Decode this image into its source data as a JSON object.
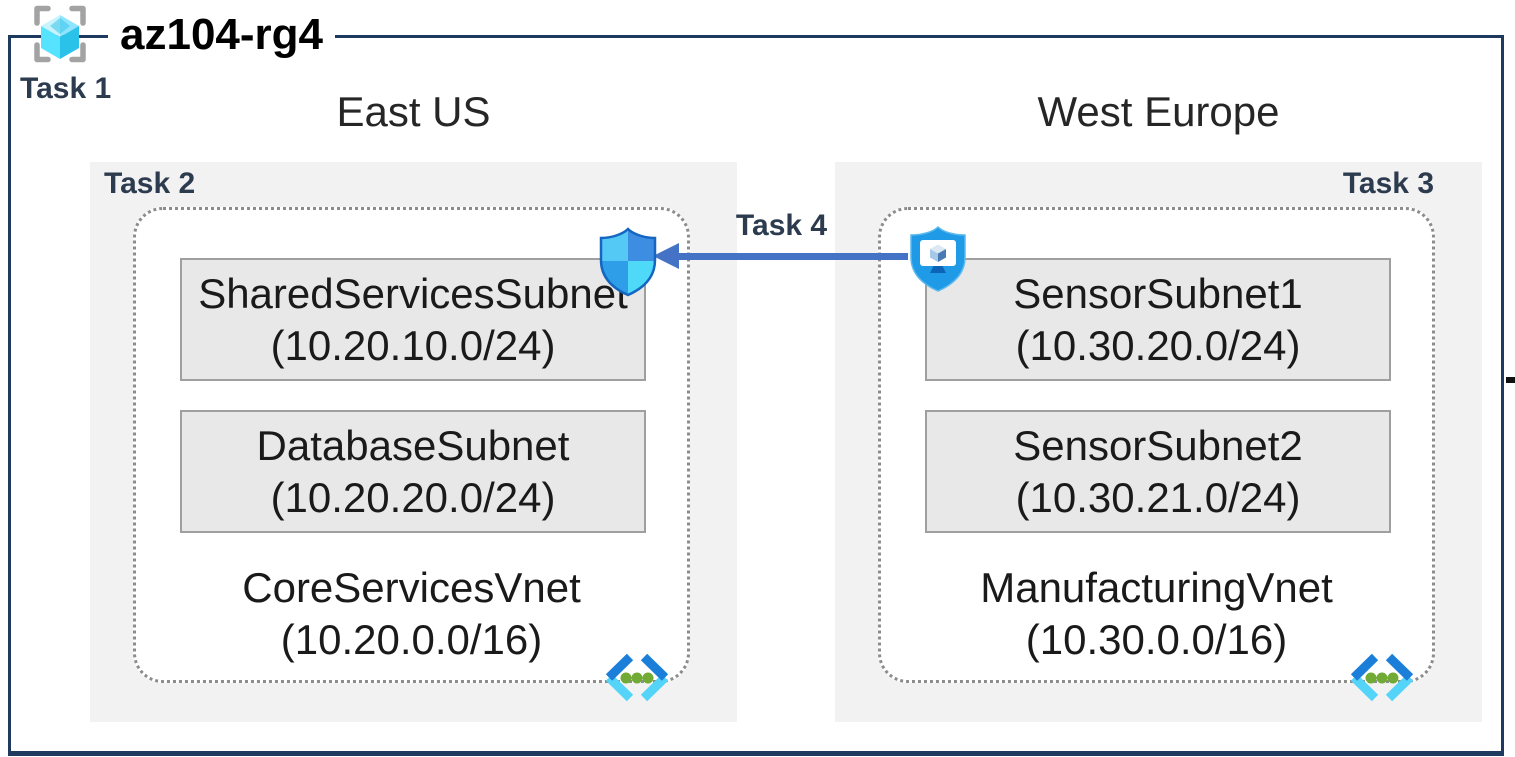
{
  "resource_group": {
    "name": "az104-rg4"
  },
  "labels": {
    "task1": "Task 1",
    "task4": "Task 4"
  },
  "regions": [
    {
      "name": "East US",
      "task": "Task 2",
      "vnet": {
        "name": "CoreServicesVnet",
        "cidr": "(10.20.0.0/16)",
        "subnets": [
          {
            "name": "SharedServicesSubnet",
            "cidr": "(10.20.10.0/24)"
          },
          {
            "name": "DatabaseSubnet",
            "cidr": "(10.20.20.0/24)"
          }
        ]
      }
    },
    {
      "name": "West Europe",
      "task": "Task 3",
      "vnet": {
        "name": "ManufacturingVnet",
        "cidr": "(10.30.0.0/16)",
        "subnets": [
          {
            "name": "SensorSubnet1",
            "cidr": "(10.30.20.0/24)"
          },
          {
            "name": "SensorSubnet2",
            "cidr": "(10.30.21.0/24)"
          }
        ]
      }
    }
  ],
  "peering": {
    "label": "Task 4",
    "direction": "west-europe-to-east-us"
  },
  "icons": {
    "resource_group": "resource-group-icon",
    "nsg": "network-security-group-icon",
    "secure_vm": "shielded-vm-icon",
    "vnet": "virtual-network-icon"
  },
  "colors": {
    "outer_border": "#1e3a5f",
    "task_label": "#2d3b4f",
    "arrow": "#4472c4",
    "region_bg": "#f2f2f2",
    "subnet_bg": "#e8e8e8",
    "subnet_border": "#9f9f9f",
    "vnet_dotted_border": "#8c8c8c",
    "vnet_icon_blue": "#1b7fd9",
    "vnet_icon_cyan": "#55d4f9",
    "vnet_icon_green": "#71aa35",
    "cube_cyan": "#50e6ff"
  }
}
